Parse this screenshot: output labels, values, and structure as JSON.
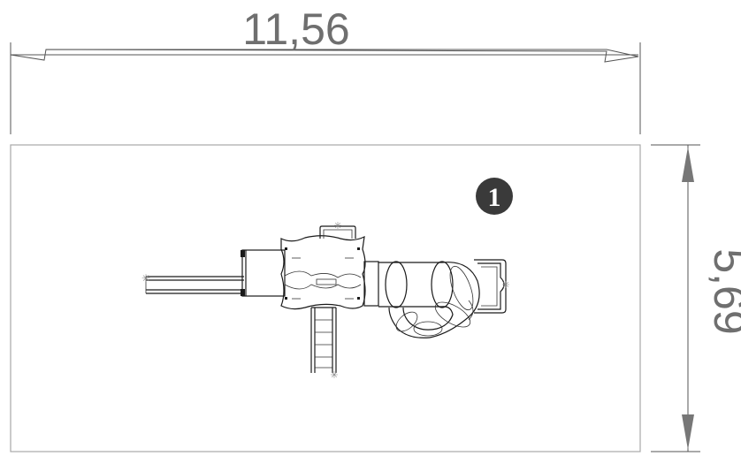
{
  "dimensions": {
    "width_label": "11,56",
    "height_label": "5,69"
  },
  "marker": {
    "number": "1"
  },
  "colors": {
    "dimension_text": "#6f6f6f",
    "marker_fill": "#3a3a3a",
    "lines": "#1a1a1a",
    "frame": "#a8a8a8"
  }
}
